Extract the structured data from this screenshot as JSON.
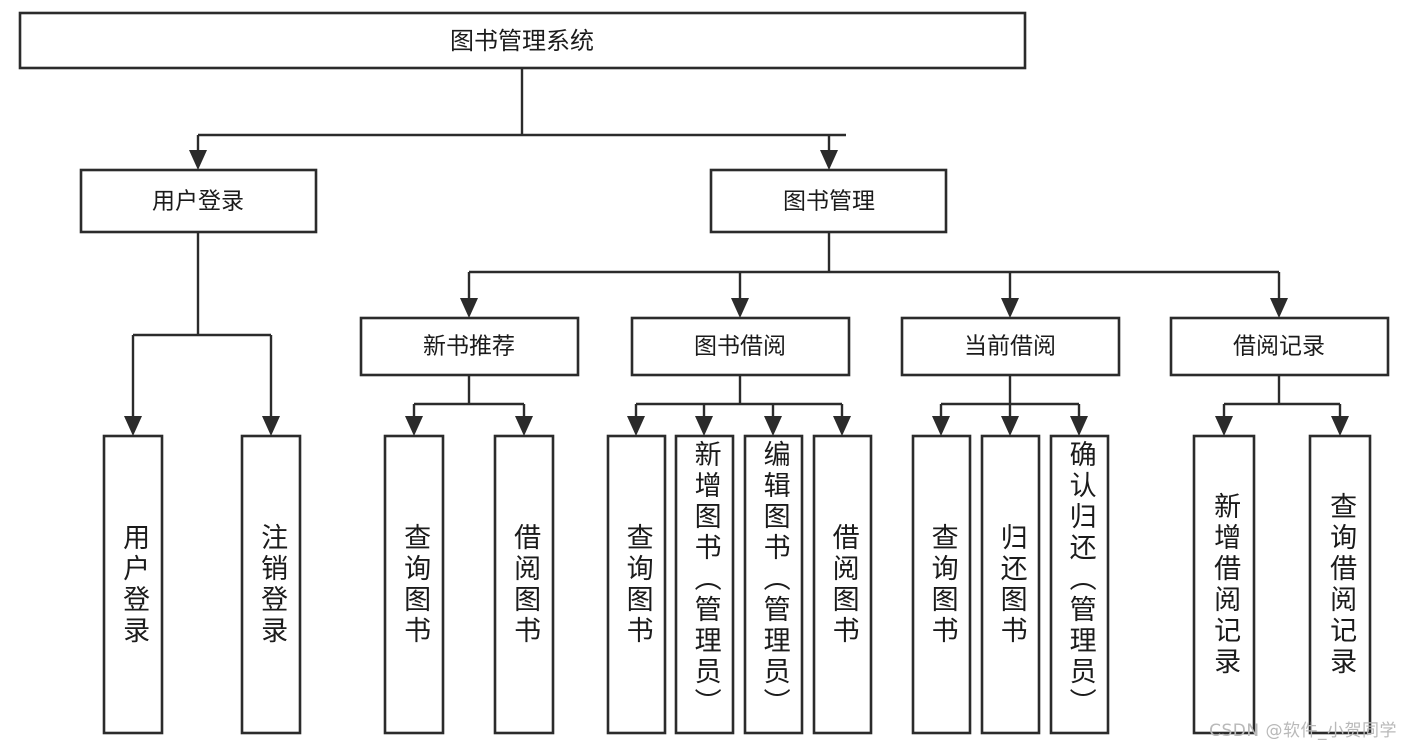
{
  "diagram": {
    "title": "图书管理系统",
    "type": "tree-hierarchy-diagram",
    "accent_stroke": "#2b2b2b",
    "background": "#ffffff",
    "levels": {
      "root_label": "图书管理系统",
      "level2": [
        "用户登录",
        "图书管理"
      ],
      "level3": [
        "新书推荐",
        "图书借阅",
        "当前借阅",
        "借阅记录"
      ]
    }
  },
  "root": {
    "label": "图书管理系统"
  },
  "level2": {
    "user_login": {
      "label": "用户登录"
    },
    "book_manage": {
      "label": "图书管理"
    }
  },
  "level3": {
    "new_book_recommend": {
      "label": "新书推荐"
    },
    "book_borrow": {
      "label": "图书借阅"
    },
    "current_borrow": {
      "label": "当前借阅"
    },
    "borrow_record": {
      "label": "借阅记录"
    }
  },
  "leaves": {
    "user_login": [
      {
        "label": "用户登录"
      },
      {
        "label": "注销登录"
      }
    ],
    "new_book_recommend": [
      {
        "label": "查询图书"
      },
      {
        "label": "借阅图书"
      }
    ],
    "book_borrow": [
      {
        "label": "查询图书"
      },
      {
        "label": "新增图书（管理员）"
      },
      {
        "label": "编辑图书（管理员）"
      },
      {
        "label": "借阅图书"
      }
    ],
    "current_borrow": [
      {
        "label": "查询图书"
      },
      {
        "label": "归还图书"
      },
      {
        "label": "确认归还（管理员）"
      }
    ],
    "borrow_record": [
      {
        "label": "新增借阅记录"
      },
      {
        "label": "查询借阅记录"
      }
    ]
  },
  "watermark": {
    "text": "CSDN @软件_小贺同学"
  }
}
